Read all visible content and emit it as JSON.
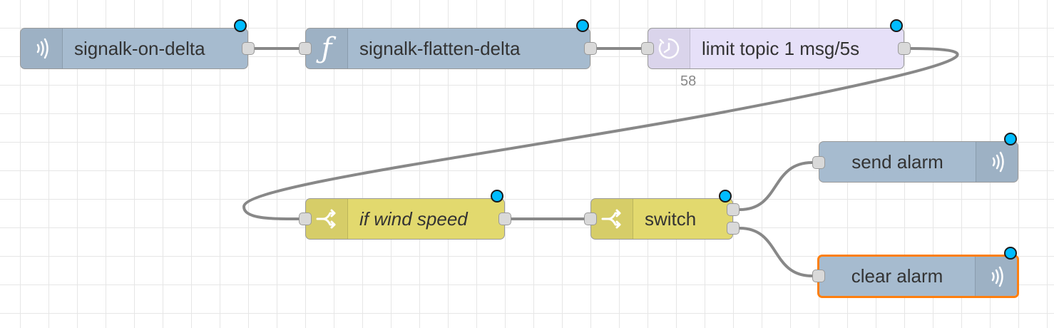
{
  "workspace": {
    "nodes": [
      {
        "label": "signalk-on-delta",
        "icon": "broadcast-icon"
      },
      {
        "label": "signalk-flatten-delta",
        "icon": "function-icon"
      },
      {
        "label": "limit topic 1 msg/5s",
        "icon": "timer-icon",
        "status_count": "58"
      },
      {
        "label": "if wind speed",
        "icon": "switch-icon"
      },
      {
        "label": "switch",
        "icon": "switch-icon"
      },
      {
        "label": "send alarm",
        "icon": "broadcast-icon"
      },
      {
        "label": "clear alarm",
        "icon": "broadcast-icon",
        "selected": true
      }
    ],
    "colors": {
      "signalk_node": "#a6bbcf",
      "delay_node": "#e6e0f8",
      "switch_node": "#e2d96e",
      "selected_border": "#ff7f0e",
      "changed_dot": "#00bcff",
      "wire": "#888888"
    }
  }
}
